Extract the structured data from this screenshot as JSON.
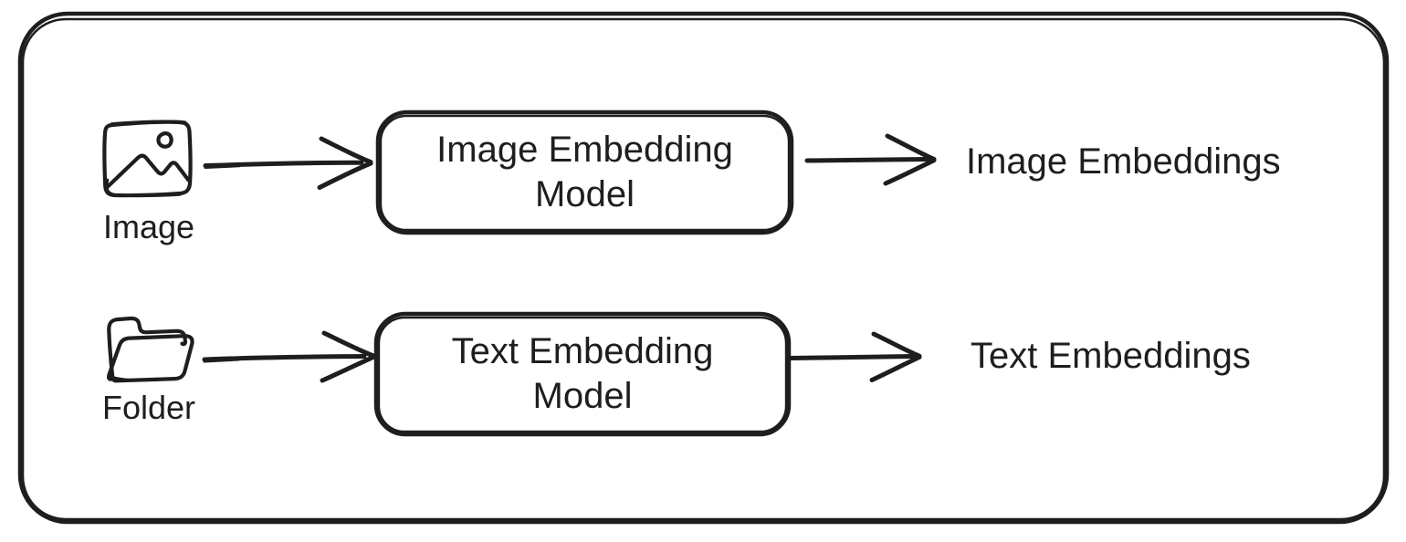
{
  "diagram": {
    "colors": {
      "stroke": "#1e1e1e",
      "background": "#ffffff"
    },
    "rows": [
      {
        "input_icon": "image-icon",
        "input_label": "Image",
        "process_label": "Image Embedding Model",
        "output_label": "Image Embeddings"
      },
      {
        "input_icon": "folder-icon",
        "input_label": "Folder",
        "process_label": "Text Embedding Model",
        "output_label": "Text Embeddings"
      }
    ]
  }
}
